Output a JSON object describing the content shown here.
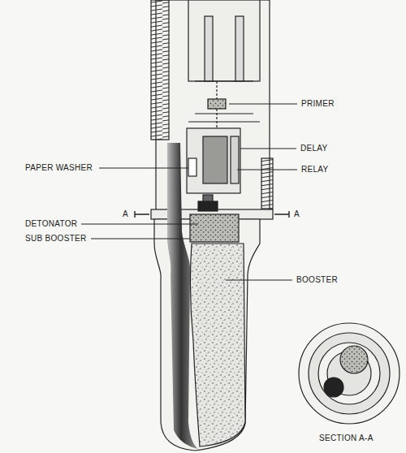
{
  "diagram": {
    "labels": [
      "PRIMER",
      "DELAY",
      "PAPER WASHER",
      "RELAY",
      "A",
      "A",
      "DETONATOR",
      "SUB BOOSTER",
      "BOOSTER",
      "SECTION A-A"
    ]
  }
}
